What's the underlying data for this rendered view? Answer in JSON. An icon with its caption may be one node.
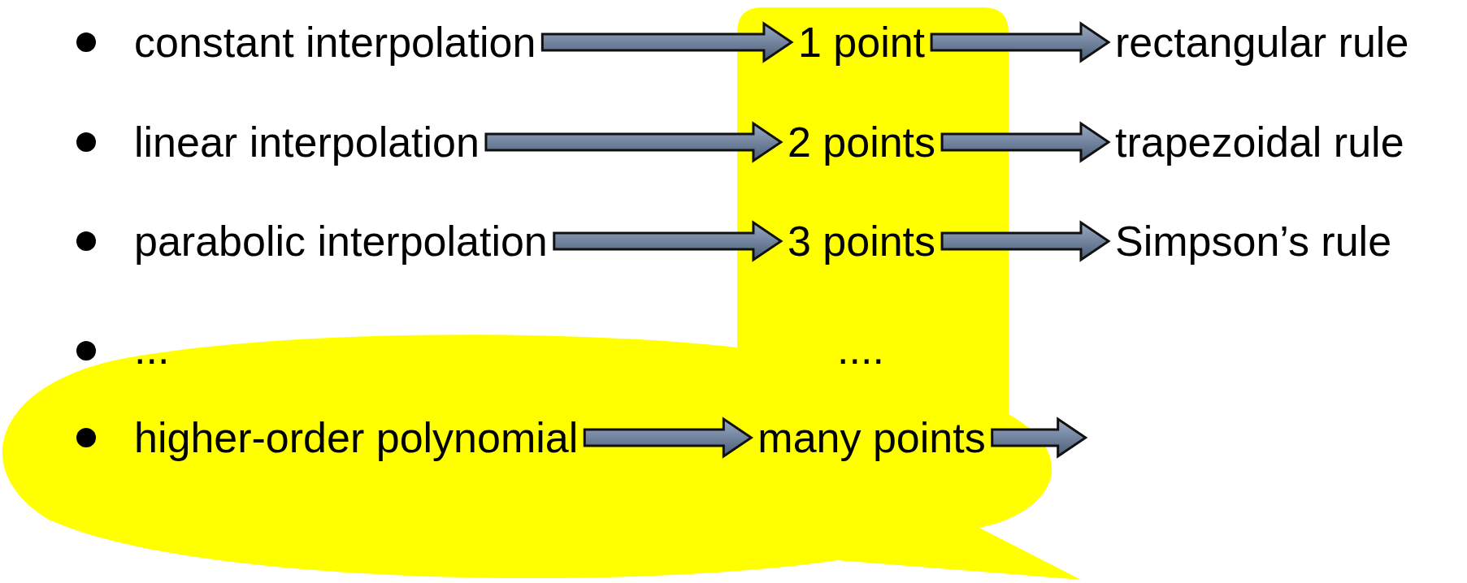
{
  "diagram": {
    "nodes": [
      {
        "text": [
          "constant interpolation"
        ]
      },
      {
        "text": [
          "1 point"
        ]
      },
      {
        "text": [
          "rectangular rule"
        ]
      },
      {
        "text": [
          "linear interpolation"
        ]
      },
      {
        "text": [
          "2 points"
        ]
      },
      {
        "text": [
          "trapezoidal rule"
        ]
      },
      {
        "text": [
          "parabolic interpolation"
        ]
      },
      {
        "text": [
          "3 points"
        ]
      },
      {
        "text": [
          "Simpson’s rule"
        ]
      },
      {
        "text": [
          "higher-order polynomial"
        ]
      },
      {
        "text": [
          "many points"
        ]
      }
    ],
    "edges": [
      {
        "from": 0,
        "to": 1,
        "arrow": "to"
      },
      {
        "from": 1,
        "to": 2,
        "arrow": "to"
      },
      {
        "from": 3,
        "to": 4,
        "arrow": "to"
      },
      {
        "from": 4,
        "to": 5,
        "arrow": "to"
      },
      {
        "from": 6,
        "to": 7,
        "arrow": "to"
      },
      {
        "from": 7,
        "to": 8,
        "arrow": "to"
      },
      {
        "from": 9,
        "to": 10,
        "arrow": "to"
      },
      {
        "from": 10,
        "to": null,
        "arrow": "to"
      }
    ],
    "labels": [
      "...",
      "...."
    ]
  }
}
